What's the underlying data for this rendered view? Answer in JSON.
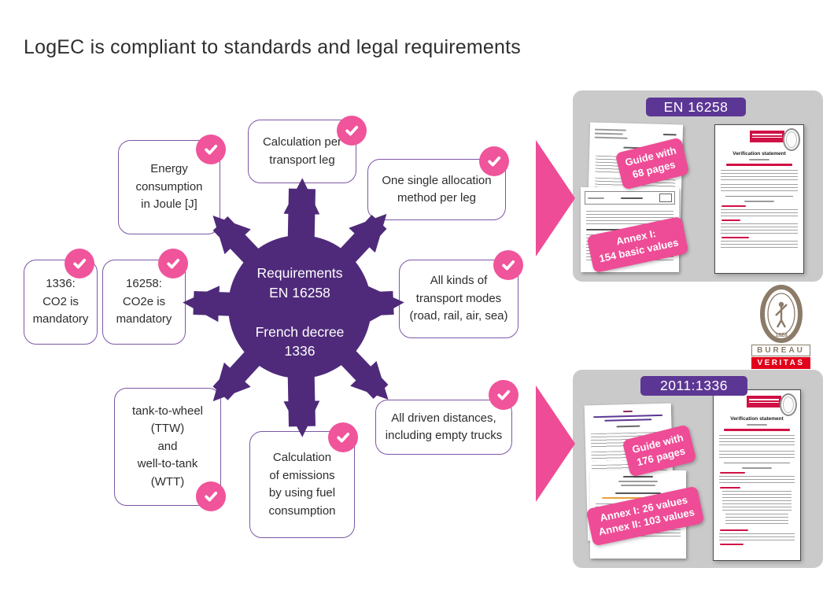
{
  "title": "LogEC is compliant to standards and legal requirements",
  "hub": {
    "text": "Requirements\nEN 16258\n\nFrench decree\n1336"
  },
  "nodes": [
    {
      "id": "energy-consumption",
      "text": "Energy\nconsumption\nin Joule [J]"
    },
    {
      "id": "calculation-per-leg",
      "text": "Calculation per\ntransport leg"
    },
    {
      "id": "one-single-allocation",
      "text": "One single allocation\nmethod per leg"
    },
    {
      "id": "transport-modes",
      "text": "All kinds of\ntransport modes\n(road, rail, air, sea)"
    },
    {
      "id": "driven-distances",
      "text": "All driven distances,\nincluding empty trucks"
    },
    {
      "id": "emissions-fuel",
      "text": "Calculation\nof emissions\nby using fuel\nconsumption"
    },
    {
      "id": "ttw-wtt",
      "text": "tank-to-wheel\n(TTW)\nand\nwell-to-tank\n(WTT)"
    },
    {
      "id": "1336-co2",
      "text": "1336:\nCO2 is\nmandatory"
    },
    {
      "id": "16258-co2e",
      "text": "16258:\nCO2e is\nmandatory"
    }
  ],
  "panels": [
    {
      "title": "EN 16258",
      "sticker1": "Guide with\n68 pages",
      "sticker2": "Annex I:\n154 basic values",
      "doc_title": "Verification statement"
    },
    {
      "title": "2011:1336",
      "sticker1": "Guide with\n176 pages",
      "sticker2": "Annex I: 26 values\nAnnex II: 103 values",
      "doc_title": "Verification statement"
    }
  ],
  "logo": {
    "top_text": "BUREAU",
    "bottom_text": "VERITAS",
    "seal_year": "1828"
  },
  "colors": {
    "purple_dark": "#4f2a7a",
    "purple_badge": "#5c3694",
    "box_border": "#7d56a5",
    "pink": "#ee4c96",
    "pink_check": "#f0549b",
    "panel_gray": "#cacaca",
    "bv_red": "#e2001a",
    "doc_red": "#d01145",
    "taupe": "#8b7b68"
  }
}
